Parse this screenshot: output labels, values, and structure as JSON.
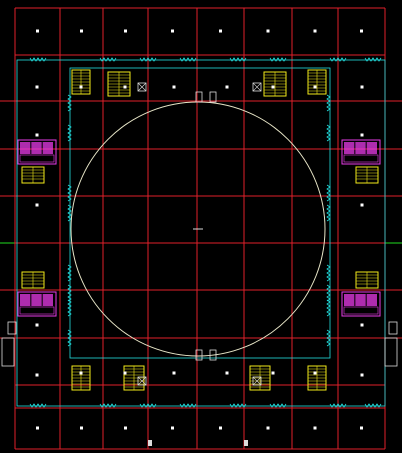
{
  "drawing": {
    "background": "#000000",
    "colors": {
      "grid_red": "#e0202a",
      "axis_green": "#1fdc1f",
      "wall_cyan": "#22e0e0",
      "circle_outline": "#e8e6c8",
      "stair_yellow": "#f2ea1a",
      "toilet_magenta": "#e83be8",
      "room_mark_white": "#ffffff",
      "outline_white": "#dcdcdc",
      "door_red": "#ff4040"
    },
    "layers": [
      "axis-grid",
      "column-grid",
      "walls",
      "atrium-circle",
      "stair-cores",
      "toilet-blocks",
      "doors",
      "room-markers"
    ]
  }
}
